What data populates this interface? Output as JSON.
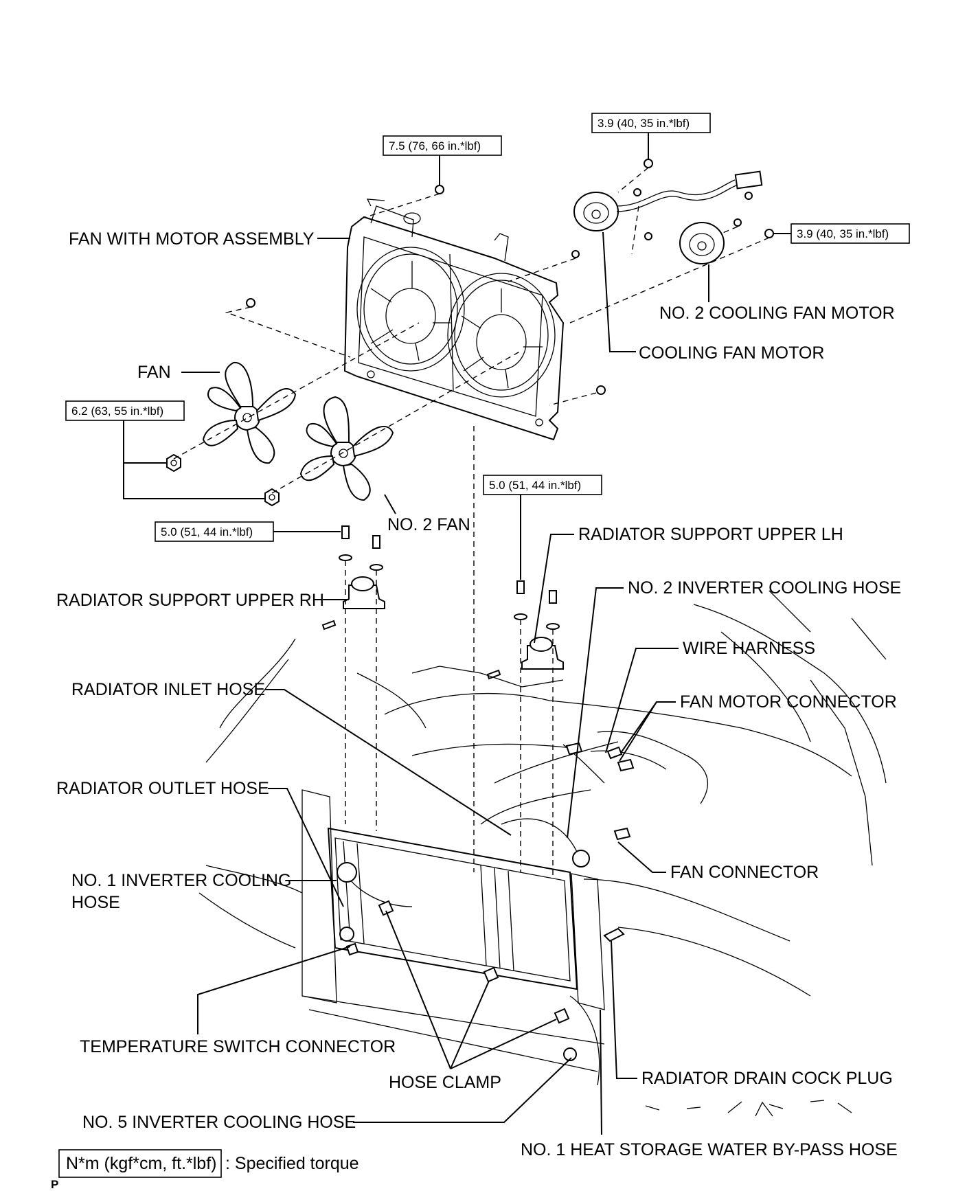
{
  "labels": {
    "fan_with_motor_assembly": "FAN WITH MOTOR ASSEMBLY",
    "no2_cooling_fan_motor": "NO. 2 COOLING FAN MOTOR",
    "cooling_fan_motor": "COOLING FAN MOTOR",
    "fan": "FAN",
    "no2_fan": "NO. 2 FAN",
    "radiator_support_upper_lh": "RADIATOR SUPPORT UPPER LH",
    "radiator_support_upper_rh": "RADIATOR SUPPORT UPPER RH",
    "no2_inverter_cooling_hose": "NO. 2 INVERTER COOLING HOSE",
    "wire_harness": "WIRE HARNESS",
    "radiator_inlet_hose": "RADIATOR INLET HOSE",
    "fan_motor_connector": "FAN MOTOR CONNECTOR",
    "radiator_outlet_hose": "RADIATOR OUTLET HOSE",
    "fan_connector": "FAN CONNECTOR",
    "no1_inverter_cooling_hose_line1": "NO. 1 INVERTER COOLING",
    "no1_inverter_cooling_hose_line2": "HOSE",
    "temperature_switch_connector": "TEMPERATURE SWITCH CONNECTOR",
    "hose_clamp": "HOSE CLAMP",
    "radiator_drain_cock_plug": "RADIATOR DRAIN COCK PLUG",
    "no5_inverter_cooling_hose": "NO. 5 INVERTER COOLING HOSE",
    "no1_heat_storage_water_bypass_hose": "NO. 1 HEAT STORAGE WATER BY-PASS HOSE"
  },
  "torques": {
    "fan_motor_screw_top": "3.9 (40, 35 in.*lbf)",
    "shroud_bolt": "7.5 (76, 66 in.*lbf)",
    "fan_motor_screw_right": "3.9 (40, 35 in.*lbf)",
    "fan_nut": "6.2 (63, 55 in.*lbf)",
    "support_rh_bolt": "5.0 (51, 44 in.*lbf)",
    "support_lh_bolt": "5.0 (51, 44 in.*lbf)"
  },
  "legend": {
    "unit_box": "N*m (kgf*cm, ft.*lbf)",
    "text": ": Specified torque"
  },
  "footer_mark": "P"
}
